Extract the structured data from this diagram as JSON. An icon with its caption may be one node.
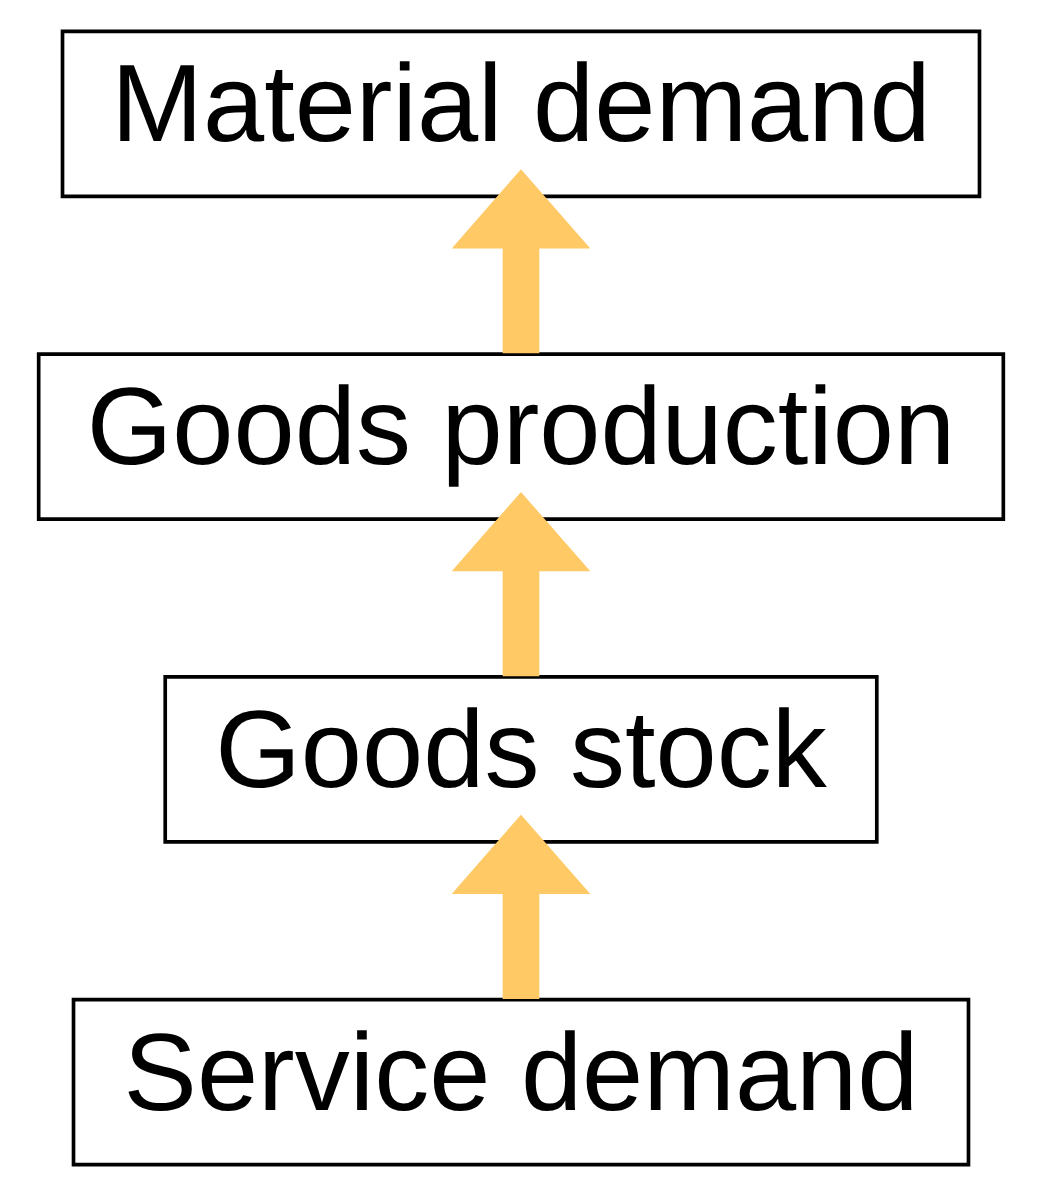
{
  "diagram": {
    "nodes": [
      {
        "text": [
          "Material demand"
        ]
      },
      {
        "text": [
          "Goods production"
        ]
      },
      {
        "text": [
          "Goods stock"
        ]
      },
      {
        "text": [
          "Service demand"
        ]
      }
    ],
    "edges": [
      {
        "from": 3,
        "to": 2,
        "arrow": "to"
      },
      {
        "from": 2,
        "to": 1,
        "arrow": "to"
      },
      {
        "from": 1,
        "to": 0,
        "arrow": "to"
      }
    ]
  }
}
